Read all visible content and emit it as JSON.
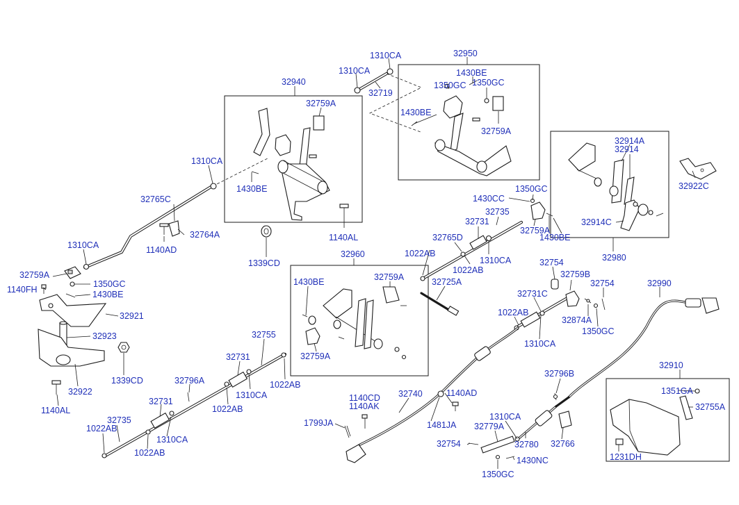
{
  "labels": {
    "l_1310CA_a": "1310CA",
    "l_1310CA_b": "1310CA",
    "l_32950": "32950",
    "l_1430BE_a": "1430BE",
    "l_32719": "32719",
    "l_1350GC_a": "1350GC",
    "l_1350GC_b": "1350GC",
    "l_32940": "32940",
    "l_32759A_a": "32759A",
    "l_1430BE_b": "1430BE",
    "l_32759A_b": "32759A",
    "l_32914A": "32914A",
    "l_32914": "32914",
    "l_1310CA_c": "1310CA",
    "l_32922C": "32922C",
    "l_1430BE_c": "1430BE",
    "l_1430CC": "1430CC",
    "l_1350GC_c": "1350GC",
    "l_32765C": "32765C",
    "l_32735_a": "32735",
    "l_32914C": "32914C",
    "l_32731_a": "32731",
    "l_1140AL_a": "1140AL",
    "l_32759A_c": "32759A",
    "l_32764A": "32764A",
    "l_1430BE_d": "1430BE",
    "l_32765D": "32765D",
    "l_1310CA_d": "1310CA",
    "l_1140AD_a": "1140AD",
    "l_32980": "32980",
    "l_1022AB_a": "1022AB",
    "l_1310CA_e": "1310CA",
    "l_32960": "32960",
    "l_1339CD_a": "1339CD",
    "l_1022AB_b": "1022AB",
    "l_32754_a": "32754",
    "l_32759A_d": "32759A",
    "l_1350GC_d": "1350GC",
    "l_1140FH": "1140FH",
    "l_1430BE_e": "1430BE",
    "l_32725A": "32725A",
    "l_32759B": "32759B",
    "l_32754_b": "32754",
    "l_32990": "32990",
    "l_1430BE_f": "1430BE",
    "l_32731C": "32731C",
    "l_32921": "32921",
    "l_1022AB_c": "1022AB",
    "l_32874A": "32874A",
    "l_32923": "32923",
    "l_32755": "32755",
    "l_1350GC_e": "1350GC",
    "l_1310CA_f": "1310CA",
    "l_32759A_e": "32759A",
    "l_32731_b": "32731",
    "l_1022AB_d": "1022AB",
    "l_32910": "32910",
    "l_1339CD_b": "1339CD",
    "l_32922": "32922",
    "l_32796A": "32796A",
    "l_1310CA_g": "1310CA",
    "l_32796B": "32796B",
    "l_1351GA": "1351GA",
    "l_1140CD": "1140CD",
    "l_32740": "32740",
    "l_1140AK": "1140AK",
    "l_1140AD_b": "1140AD",
    "l_32755A": "32755A",
    "l_1140AL_b": "1140AL",
    "l_32731_c": "32731",
    "l_1022AB_e": "1022AB",
    "l_1310CA_h": "1310CA",
    "l_32735_b": "32735",
    "l_1799JA": "1799JA",
    "l_1481JA": "1481JA",
    "l_32779A": "32779A",
    "l_1022AB_f": "1022AB",
    "l_1310CA_i": "1310CA",
    "l_32754_c": "32754",
    "l_32780": "32780",
    "l_32766": "32766",
    "l_1022AB_g": "1022AB",
    "l_1430NC": "1430NC",
    "l_1231DH": "1231DH",
    "l_1350GC_f": "1350GC"
  }
}
